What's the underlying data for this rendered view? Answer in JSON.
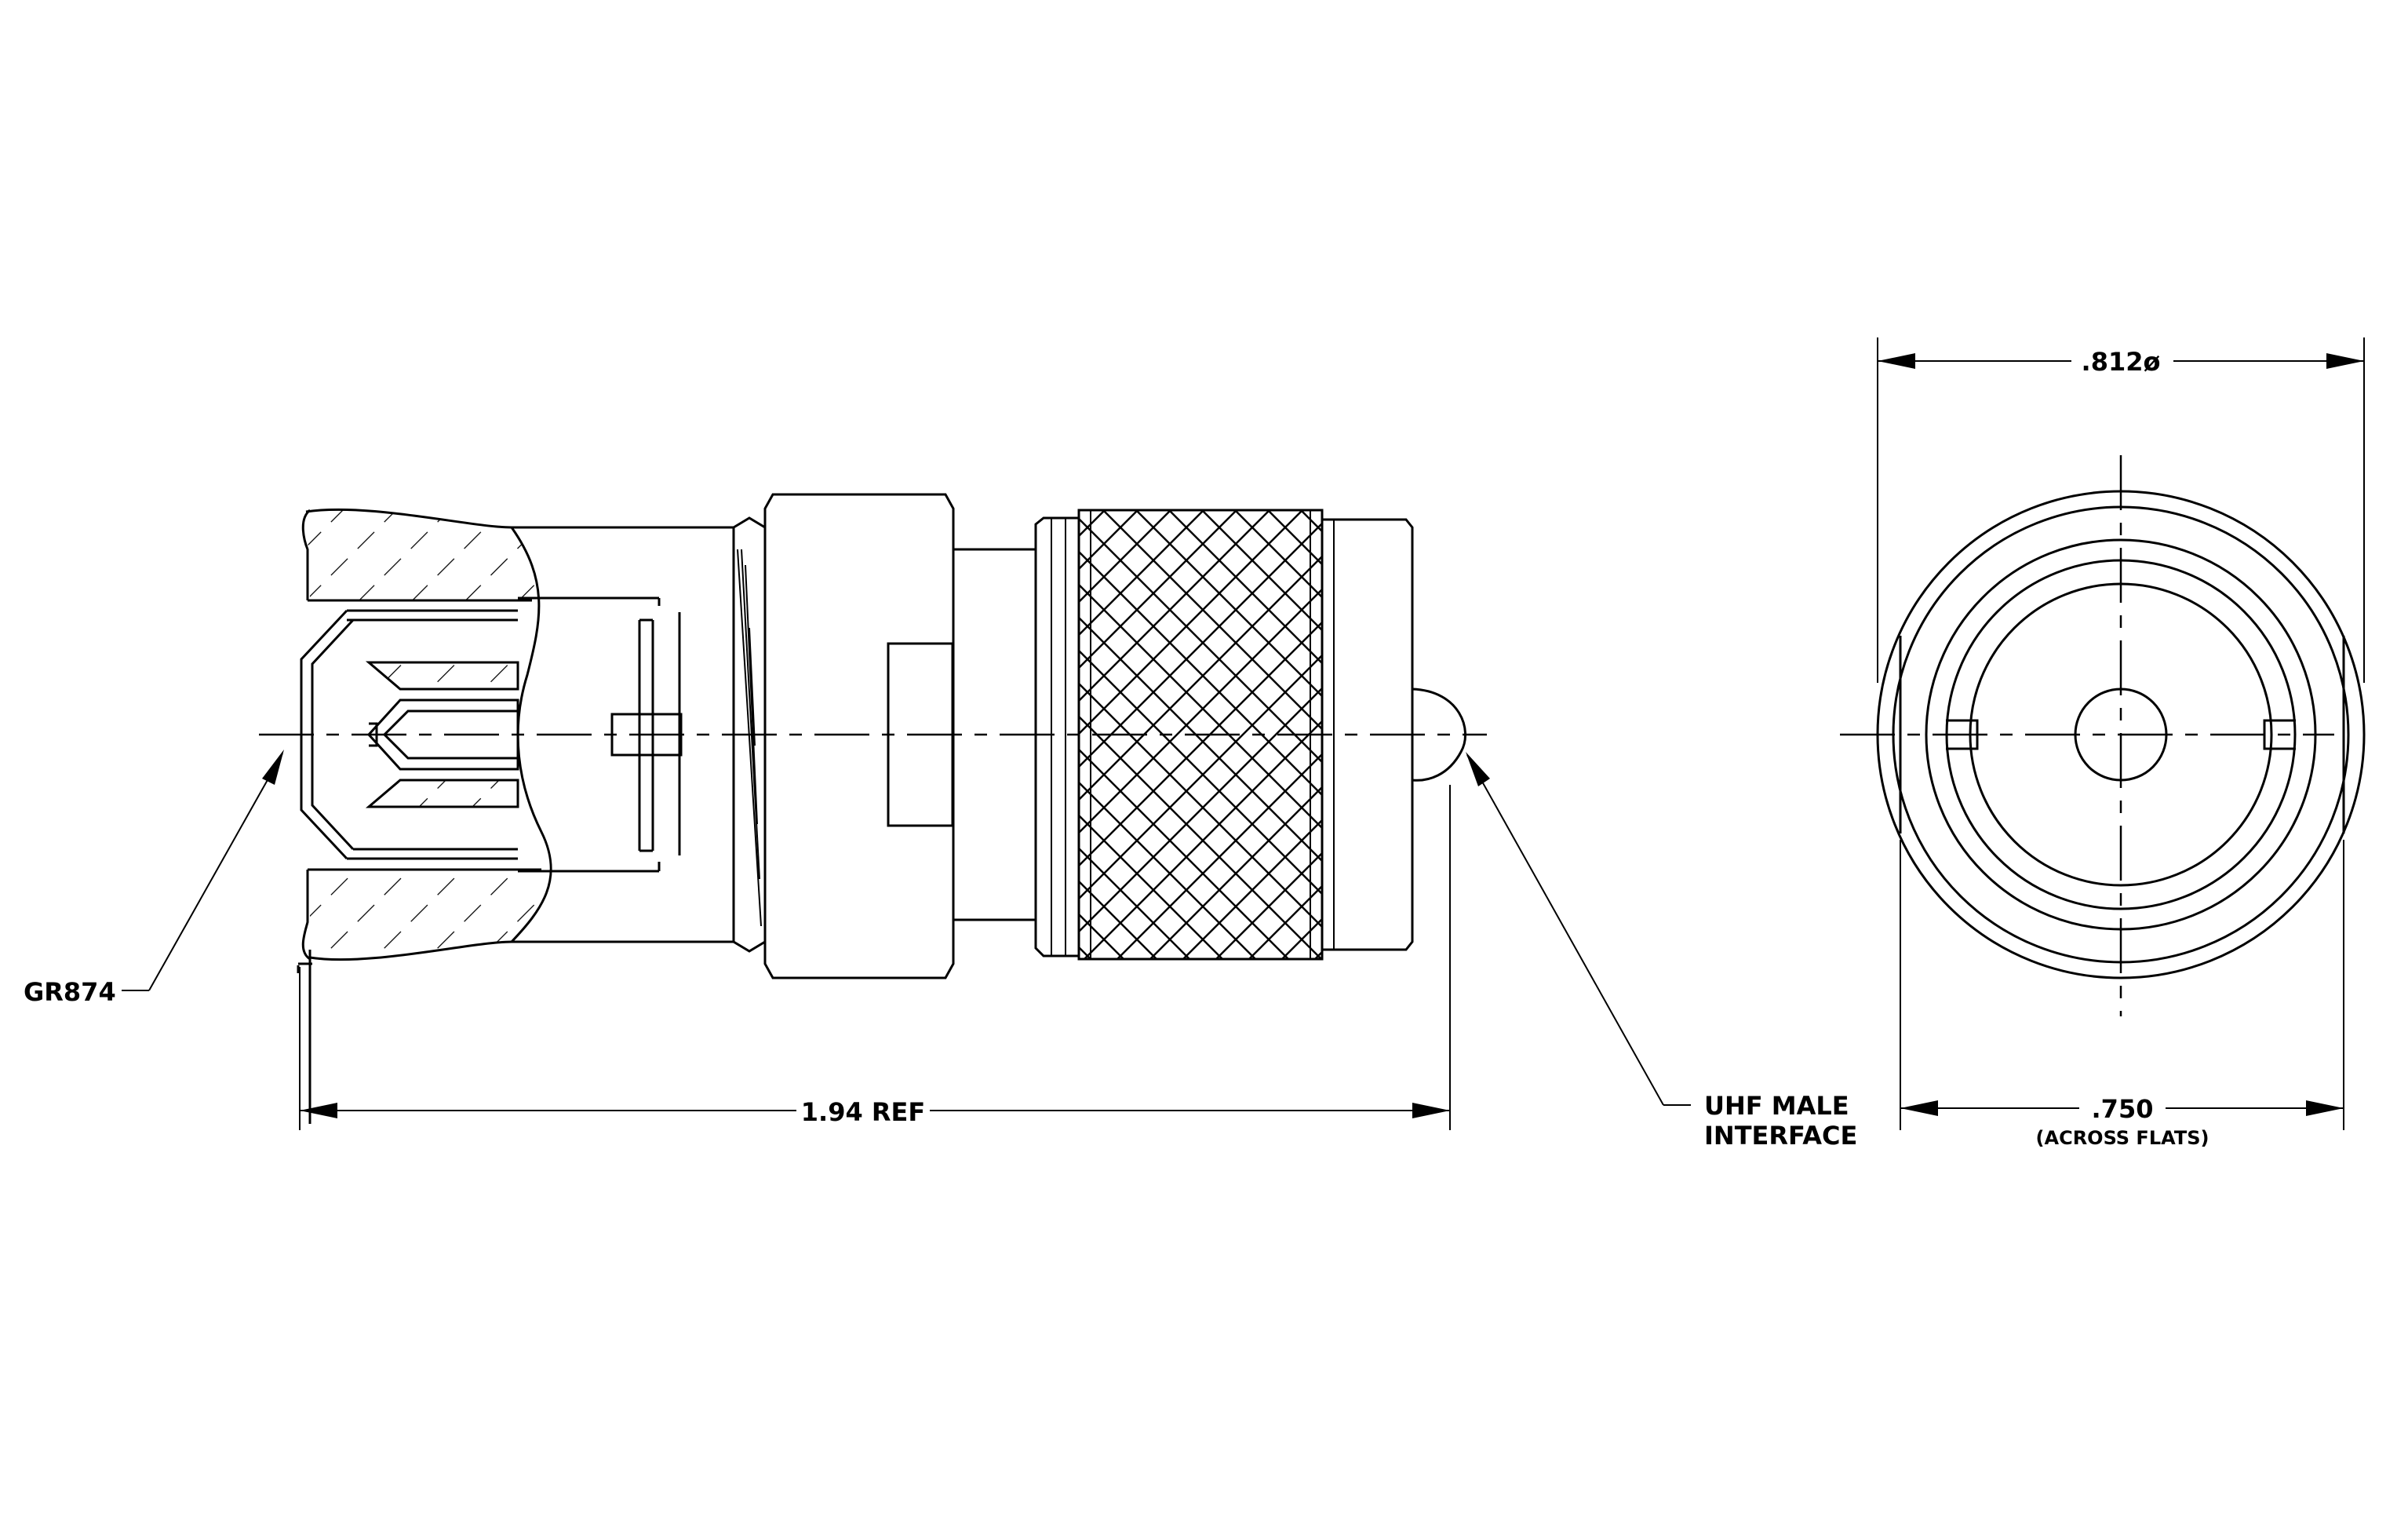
{
  "labels": {
    "gr874": "GR874",
    "overall_length": "1.94 REF",
    "uhf_line1": "UHF MALE",
    "uhf_line2": "INTERFACE",
    "diameter": ".812ø",
    "flats": ".750",
    "flats_note": "(ACROSS FLATS)"
  },
  "colors": {
    "ink": "#000000",
    "paper": "#ffffff"
  }
}
